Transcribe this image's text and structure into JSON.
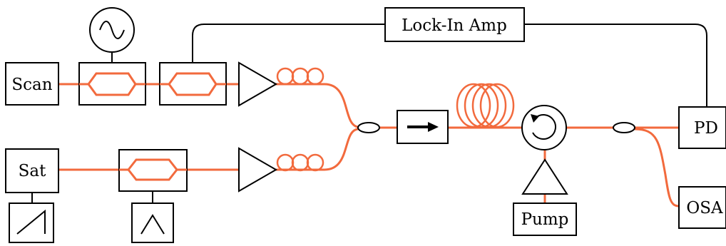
{
  "labels": {
    "lockin": "Lock-In Amp",
    "scan": "Scan",
    "sat": "Sat",
    "pd": "PD",
    "osa": "OSA",
    "pump": "Pump"
  },
  "colors": {
    "fiber": "#f26a3d",
    "line": "#000000",
    "background": "#ffffff"
  },
  "icons": {
    "signal_generator": "sine-wave-icon",
    "ramp_source": "sawtooth-ramp-icon",
    "triangle_source": "triangle-wave-icon",
    "modulator": "mach-zehnder-modulator-icon",
    "amplifier": "amplifier-triangle-icon",
    "polarization_controller": "fiber-loop-icon",
    "isolator": "isolator-arrow-icon",
    "fiber_spool": "fiber-spool-icon",
    "circulator": "circulator-icon",
    "coupler": "fiber-coupler-icon"
  }
}
